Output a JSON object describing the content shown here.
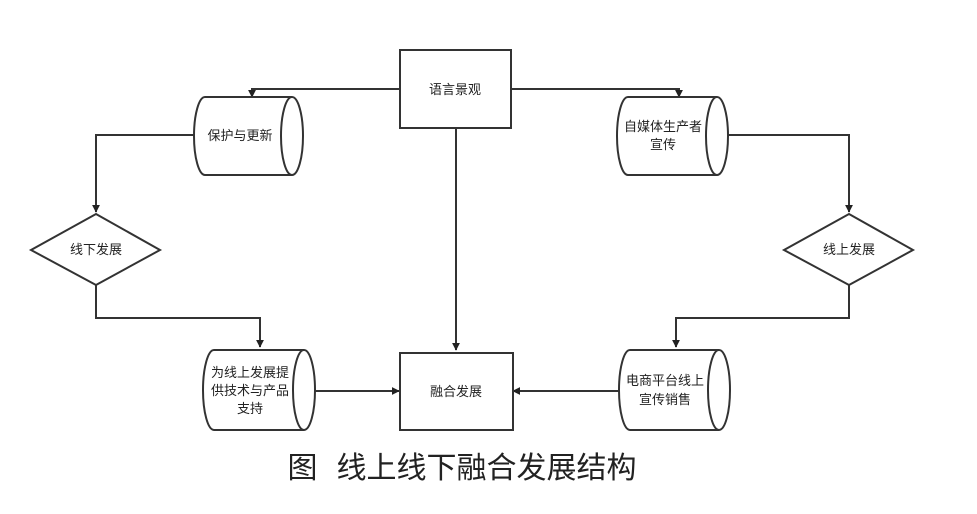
{
  "nodes": {
    "yuyan": "语言景观",
    "baohu": "保护与更新",
    "zimeiti": [
      "自媒体生产者",
      "宣传"
    ],
    "xianxia": "线下发展",
    "xianshang": "线上发展",
    "tigong": [
      "为线上发展提",
      "供技术与产品",
      "支持"
    ],
    "ronghe": "融合发展",
    "dianshang": [
      "电商平台线上",
      "宣传销售"
    ]
  },
  "caption": "图  线上线下融合发展结构"
}
